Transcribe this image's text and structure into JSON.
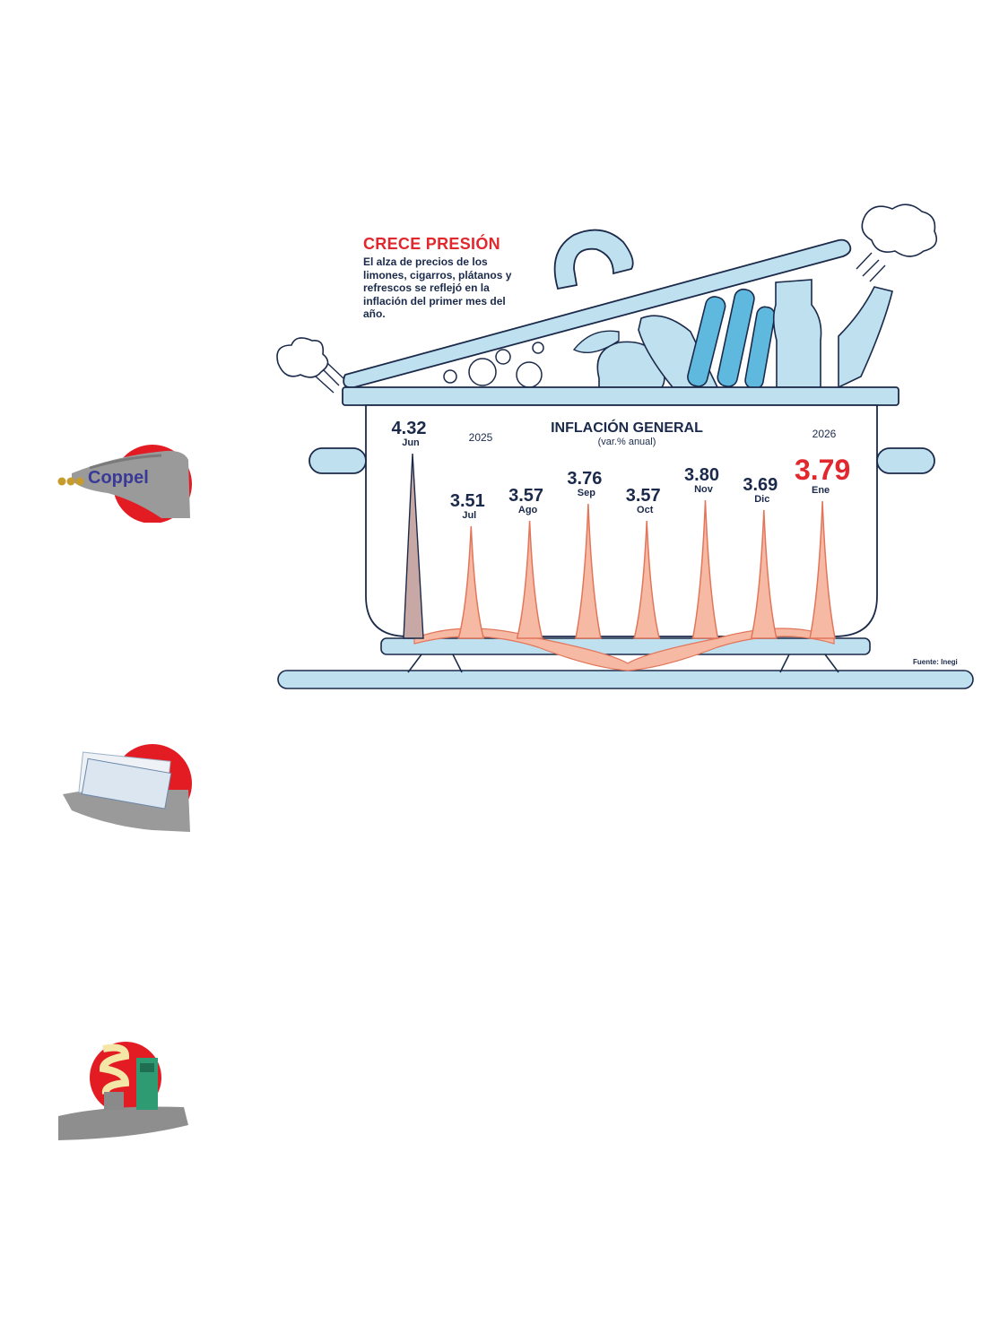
{
  "headline": "CRECE PRESIÓN",
  "subhead": "El alza de precios de los limones, cigarros, plátanos y refrescos se reflejó en la inflación del primer mes del año.",
  "source": "Fuente: Inegi",
  "brand": "Coppel",
  "colors": {
    "navy": "#1b2a4a",
    "red": "#e0282e",
    "pot_blue": "#bfe0ef",
    "flame_fill": "#f6b9a3",
    "flame_stroke": "#e2755a",
    "first_flame": "#c8a8a4"
  },
  "chart_data": {
    "type": "bar",
    "title": "INFLACIÓN GENERAL",
    "subtitle": "(var.% anual)",
    "years": [
      {
        "label": "2025",
        "start_index": 0
      },
      {
        "label": "2026",
        "start_index": 7
      }
    ],
    "categories": [
      "Jun",
      "Jul",
      "Ago",
      "Sep",
      "Oct",
      "Nov",
      "Dic",
      "Ene"
    ],
    "values": [
      4.32,
      3.51,
      3.57,
      3.76,
      3.57,
      3.8,
      3.69,
      3.79
    ],
    "value_labels": [
      "4.32",
      "3.51",
      "3.57",
      "3.76",
      "3.57",
      "3.80",
      "3.69",
      "3.79"
    ],
    "highlight_index": 7
  }
}
